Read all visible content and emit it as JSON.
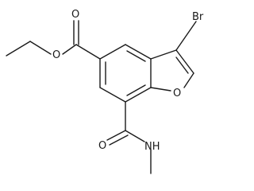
{
  "molecule": {
    "atoms": {
      "bromine": "Br",
      "furan_oxygen": "O",
      "ester_carbonyl_oxygen": "O",
      "ester_ether_oxygen": "O",
      "amide_carbonyl_oxygen": "O",
      "amide_nitrogen": "NH"
    }
  }
}
